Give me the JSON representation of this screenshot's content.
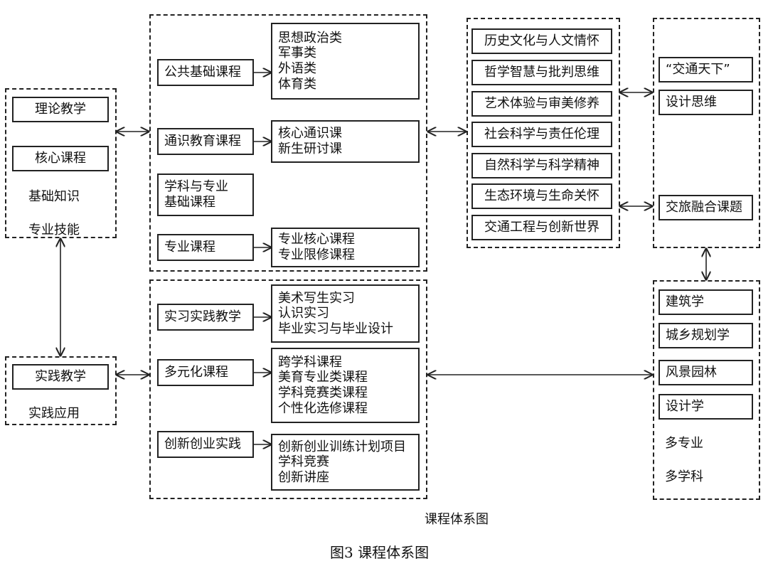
{
  "left": {
    "theory": "理论教学",
    "core": "核心课程",
    "basic_knowledge": "基础知识",
    "pro_skill": "专业技能",
    "practice": "实践教学",
    "practice_apply": "实践应用"
  },
  "middle_top": {
    "public": {
      "label": "公共基础课程",
      "items": [
        "思想政治类",
        "军事类",
        "外语类",
        "体育类"
      ]
    },
    "general": {
      "label": "通识教育课程",
      "items": [
        "核心通识课",
        "新生研讨课"
      ]
    },
    "discipline": {
      "label_line1": "学科与专业",
      "label_line2": "基础课程"
    },
    "major": {
      "label": "专业课程",
      "items": [
        "专业核心课程",
        "专业限修课程"
      ]
    }
  },
  "middle_bottom": {
    "internship": {
      "label": "实习实践教学",
      "items": [
        "美术写生实习",
        "认识实习",
        "毕业实习与毕业设计"
      ]
    },
    "diverse": {
      "label": "多元化课程",
      "items": [
        "跨学科课程",
        "美育专业类课程",
        "学科竞赛类课程",
        "个性化选修课程"
      ]
    },
    "innovation": {
      "label": "创新创业实践",
      "items": [
        "创新创业训练计划项目",
        "学科竞赛",
        "创新讲座"
      ]
    }
  },
  "core_general_modules": [
    "历史文化与人文情怀",
    "哲学智慧与批判思维",
    "艺术体验与审美修养",
    "社会科学与责任伦理",
    "自然科学与科学精神",
    "生态环境与生命关怀",
    "交通工程与创新世界"
  ],
  "right_top": {
    "item1": "“交通天下”",
    "item2": "设计思维",
    "item3": "交旅融合课题"
  },
  "right_bottom": {
    "majors": [
      "建筑学",
      "城乡规划学",
      "风景园林",
      "设计学"
    ],
    "multi_major": "多专业",
    "multi_discipline": "多学科"
  },
  "captions": {
    "inner": "课程体系图",
    "figure": "图3 课程体系图"
  }
}
